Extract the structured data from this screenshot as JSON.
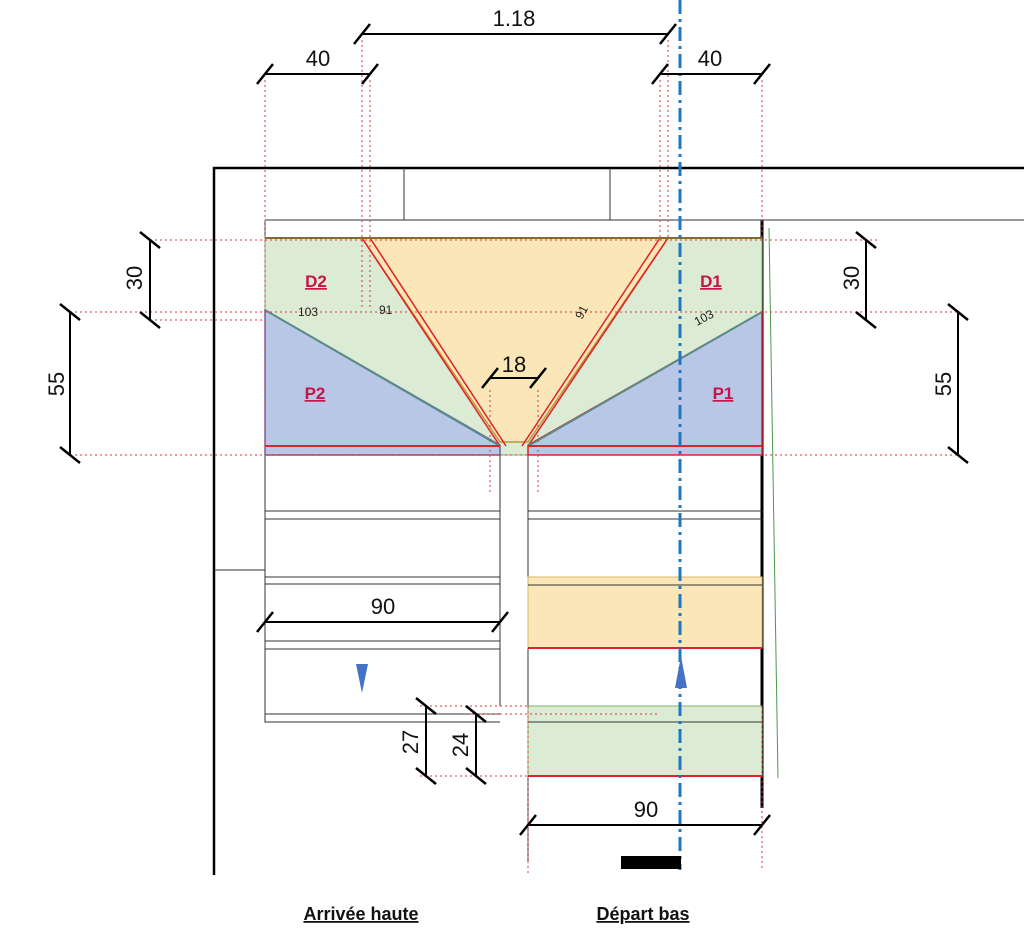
{
  "colors": {
    "green_fill": "#dcebd3",
    "yellow_fill": "#fbe6b7",
    "blue_fill": "#b8c7e6",
    "red_edge": "#e0202a",
    "axis_blue": "#1f77c2",
    "label_red": "#c4144a",
    "arrow_blue": "#4472c4"
  },
  "dimensions": {
    "top_span": "1.18",
    "left_offset": "40",
    "right_offset": "40",
    "left_rise_small": "30",
    "left_rise_large": "55",
    "right_rise_small": "30",
    "right_rise_large": "55",
    "well_width": "18",
    "left_flight_width": "90",
    "right_flight_width": "90",
    "step_height_a": "27",
    "step_height_b": "24"
  },
  "steps": {
    "d2": "D2",
    "d1": "D1",
    "p2": "P2",
    "p1": "P1",
    "len_d2_outer": "103",
    "len_d2_inner": "91",
    "len_d1_inner": "91",
    "len_d1_outer": "103"
  },
  "captions": {
    "left": "Arrivée haute",
    "right": "Départ bas"
  },
  "arrows": {
    "left_direction": "down",
    "right_direction": "up"
  }
}
